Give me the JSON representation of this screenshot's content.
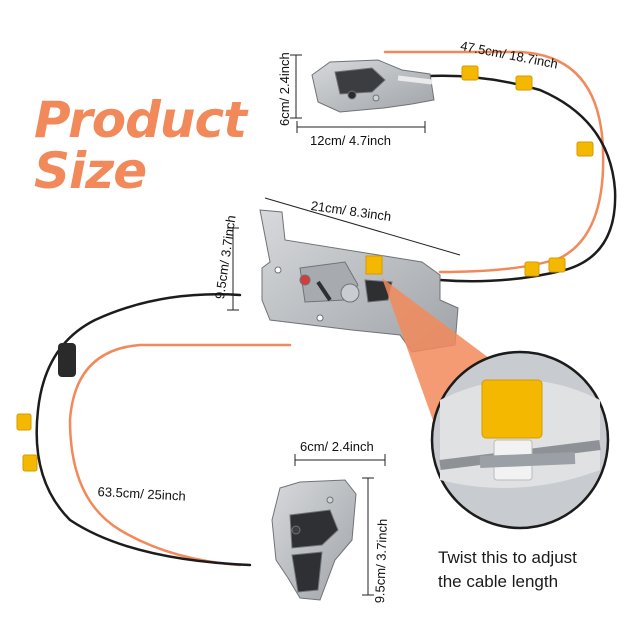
{
  "title": {
    "line1": "Product",
    "line2": "Size"
  },
  "dimensions": {
    "top_cable_length": "47.5cm/ 18.7inch",
    "top_latch_height": "6cm/ 2.4inch",
    "top_latch_width": "12cm/ 4.7inch",
    "center_latch_width": "21cm/ 8.3inch",
    "center_latch_height": "9.5cm/ 3.7inch",
    "bottom_cable_length": "63.5cm/ 25inch",
    "bottom_latch_width": "6cm/ 2.4inch",
    "bottom_latch_height": "9.5cm/ 3.7inch"
  },
  "callout": {
    "line1": "Twist this to adjust",
    "line2": "the cable length"
  },
  "colors": {
    "accent": "#f2895a",
    "clip": "#f5b800",
    "metal": "#b9bcbf",
    "cable": "#1c1c1c"
  }
}
